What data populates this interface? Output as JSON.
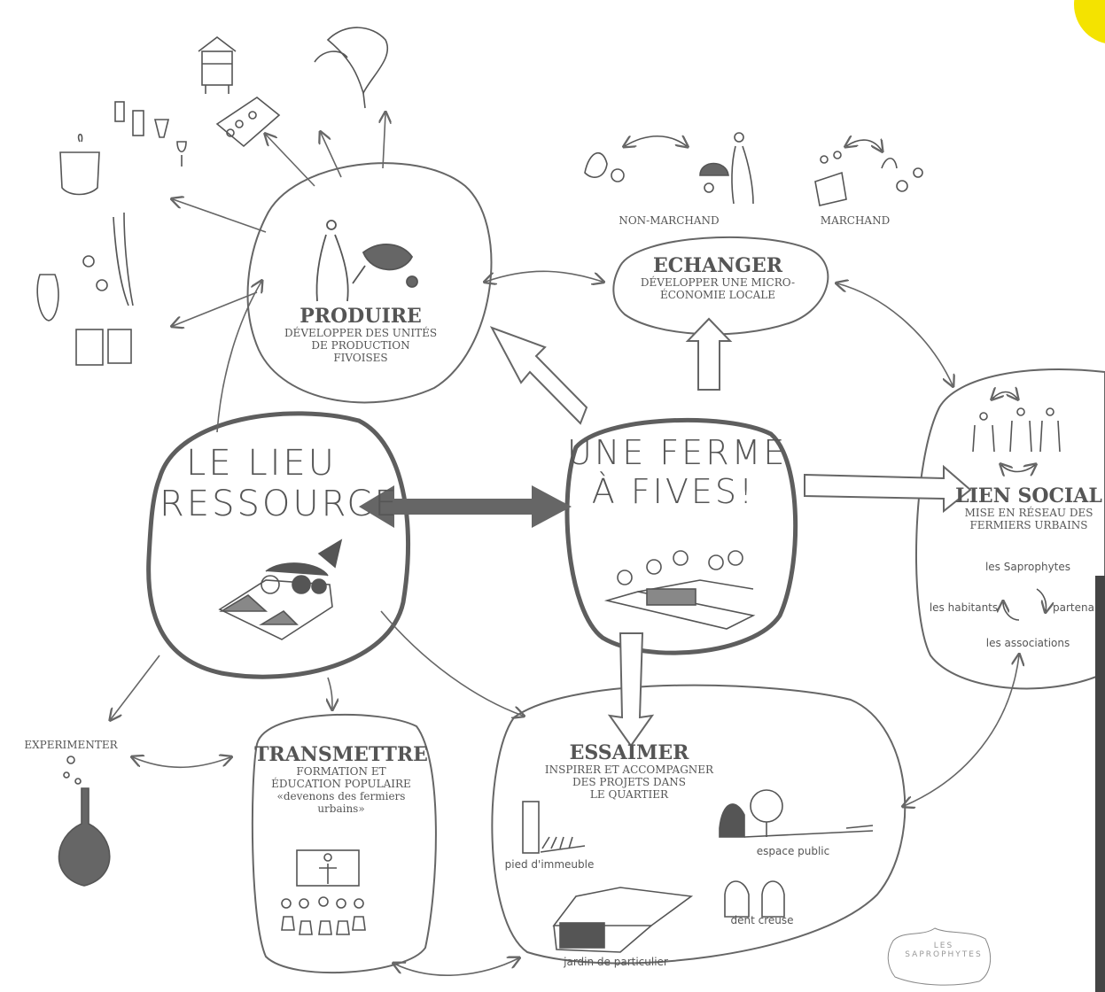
{
  "center": {
    "lieu_ressource": [
      "LE LIEU",
      "RESSOURCE"
    ],
    "ferme": [
      "UNE FERME",
      "À FIVES!"
    ]
  },
  "produire": {
    "title": "PRODUIRE",
    "subtitle": [
      "DÉVELOPPER DES UNITÉS",
      "DE PRODUCTION",
      "FIVOISES"
    ]
  },
  "echanger": {
    "title": "ECHANGER",
    "subtitle": [
      "DÉVELOPPER UNE MICRO-",
      "ÉCONOMIE LOCALE"
    ],
    "non_marchand": "NON-MARCHAND",
    "marchand": "MARCHAND"
  },
  "lien_social": {
    "title": "LIEN SOCIAL",
    "subtitle": [
      "MISE EN RÉSEAU DES",
      "FERMIERS URBAINS"
    ],
    "cycle": {
      "top": "les Saprophytes",
      "left": "les habitants",
      "right": "partena",
      "bottom": "les associations"
    }
  },
  "transmettre": {
    "title": "TRANSMETTRE",
    "subtitle": [
      "FORMATION ET",
      "ÉDUCATION POPULAIRE",
      "«devenons des fermiers",
      "urbains»"
    ]
  },
  "essaimer": {
    "title": "ESSAIMER",
    "subtitle": [
      "INSPIRER ET ACCOMPAGNER",
      "DES PROJETS DANS",
      "LE QUARTIER"
    ],
    "labels": {
      "pied": "pied d'immeuble",
      "espace": "espace public",
      "jardin": "jardin de particulier",
      "dent": "dent creuse"
    }
  },
  "experimenter": "EXPERIMENTER",
  "logo": {
    "line1": "LES",
    "line2": "SAPROPHYTES"
  },
  "colors": {
    "stroke": "#666666",
    "fill_dark": "#6b6b6b",
    "highlight": "#f4e300"
  }
}
